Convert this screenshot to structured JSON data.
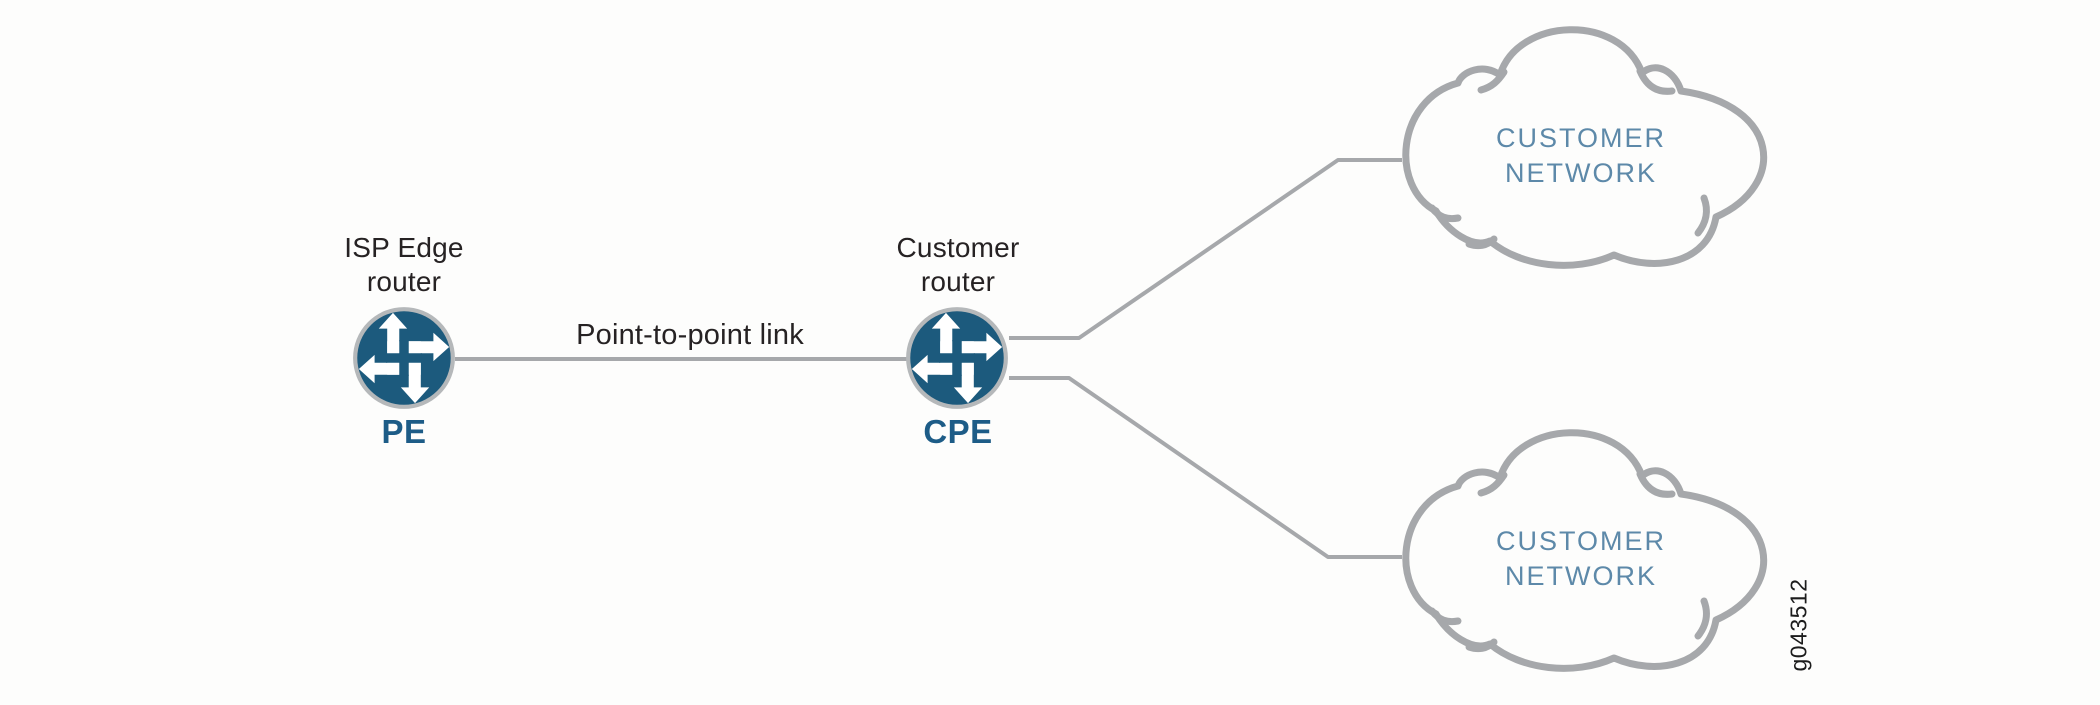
{
  "diagram": {
    "figure_id": "g043512",
    "nodes": {
      "pe": {
        "title_line1": "ISP Edge",
        "title_line2": "router",
        "label": "PE"
      },
      "cpe": {
        "title_line1": "Customer",
        "title_line2": "router",
        "label": "CPE"
      }
    },
    "link": {
      "label": "Point-to-point link"
    },
    "clouds": {
      "top": {
        "line1": "CUSTOMER",
        "line2": "NETWORK"
      },
      "bottom": {
        "line1": "CUSTOMER",
        "line2": "NETWORK"
      }
    },
    "colors": {
      "router_fill": "#1c5a7d",
      "router_ring": "#b5b8ba",
      "node_label_blue": "#1d5c87",
      "cloud_label_blue": "#5d89a9",
      "connector_gray": "#a6a8ab",
      "title_text": "#262223",
      "background": "#fdfdfc"
    }
  }
}
